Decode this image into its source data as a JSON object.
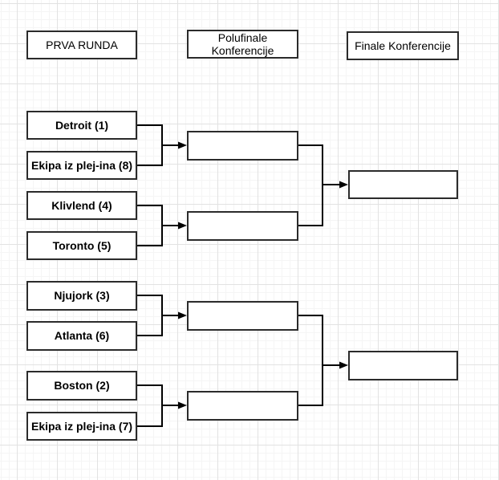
{
  "headers": {
    "round1": "PRVA RUNDA",
    "semifinal": "Polufinale Konferencije",
    "final": "Finale Konferencije"
  },
  "teams": {
    "detroit": "Detroit (1)",
    "plejin8": "Ekipa iz plej-ina (8)",
    "klivlend": "Klivlend (4)",
    "toronto": "Toronto (5)",
    "njujork": "Njujork (3)",
    "atlanta": "Atlanta (6)",
    "boston": "Boston (2)",
    "plejin7": "Ekipa iz plej-ina (7)"
  },
  "slots": {
    "semifinal1": "",
    "semifinal2": "",
    "semifinal3": "",
    "semifinal4": "",
    "final1": "",
    "final2": ""
  },
  "colors": {
    "background": "#ffffff",
    "grid_minor": "#f5f5f5",
    "grid_major": "#e2e2e2",
    "box_fill": "#ffffff",
    "box_border": "#2b2b2b",
    "connector": "#000000",
    "text": "#000000"
  }
}
